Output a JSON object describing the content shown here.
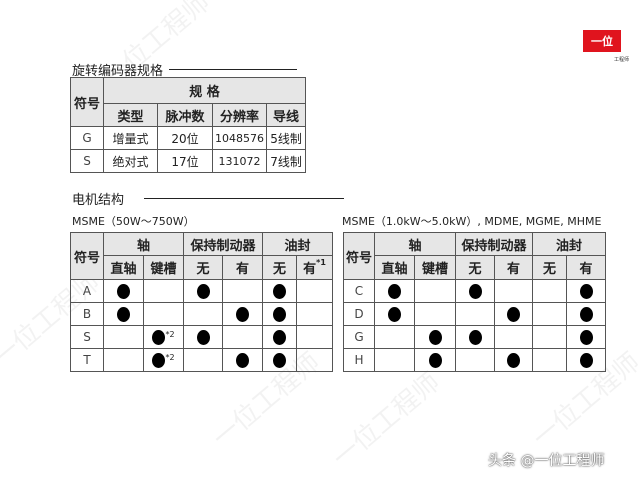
{
  "logo": {
    "text": "一位",
    "sub": "工程师",
    "color": "#e0141e"
  },
  "watermark": "一位工程师",
  "credit": "头条 @一位工程师",
  "encoder": {
    "title": "旋转编码器规格",
    "headers": {
      "symbol": "符号",
      "spec": "规 格",
      "cols": [
        "类型",
        "脉冲数",
        "分辨率",
        "导线"
      ]
    },
    "rows": [
      {
        "symbol": "G",
        "cells": [
          "增量式",
          "20位",
          "1048576",
          "5线制"
        ]
      },
      {
        "symbol": "S",
        "cells": [
          "绝对式",
          "17位",
          "131072",
          "7线制"
        ]
      }
    ]
  },
  "motor": {
    "title": "电机结构",
    "tables": [
      {
        "caption": "MSME（50W～750W）",
        "headers": {
          "symbol": "符号",
          "groups": [
            "轴",
            "保持制动器",
            "油封"
          ],
          "cols": [
            "直轴",
            "键槽",
            "无",
            "有",
            "无",
            "有"
          ],
          "col_notes": [
            "",
            "",
            "",
            "",
            "",
            "*1"
          ]
        },
        "rows": [
          {
            "symbol": "A",
            "marks": [
              1,
              0,
              1,
              0,
              1,
              0
            ],
            "notes": [
              "",
              "",
              "",
              "",
              "",
              ""
            ]
          },
          {
            "symbol": "B",
            "marks": [
              1,
              0,
              0,
              1,
              1,
              0
            ],
            "notes": [
              "",
              "",
              "",
              "",
              "",
              ""
            ]
          },
          {
            "symbol": "S",
            "marks": [
              0,
              1,
              1,
              0,
              1,
              0
            ],
            "notes": [
              "",
              "*2",
              "",
              "",
              "",
              ""
            ]
          },
          {
            "symbol": "T",
            "marks": [
              0,
              1,
              0,
              1,
              1,
              0
            ],
            "notes": [
              "",
              "*2",
              "",
              "",
              "",
              ""
            ]
          }
        ]
      },
      {
        "caption": "MSME（1.0kW～5.0kW）, MDME, MGME, MHME",
        "headers": {
          "symbol": "符号",
          "groups": [
            "轴",
            "保持制动器",
            "油封"
          ],
          "cols": [
            "直轴",
            "键槽",
            "无",
            "有",
            "无",
            "有"
          ],
          "col_notes": [
            "",
            "",
            "",
            "",
            "",
            ""
          ]
        },
        "rows": [
          {
            "symbol": "C",
            "marks": [
              1,
              0,
              1,
              0,
              0,
              1
            ],
            "notes": [
              "",
              "",
              "",
              "",
              "",
              ""
            ]
          },
          {
            "symbol": "D",
            "marks": [
              1,
              0,
              0,
              1,
              0,
              1
            ],
            "notes": [
              "",
              "",
              "",
              "",
              "",
              ""
            ]
          },
          {
            "symbol": "G",
            "marks": [
              0,
              1,
              1,
              0,
              0,
              1
            ],
            "notes": [
              "",
              "",
              "",
              "",
              "",
              ""
            ]
          },
          {
            "symbol": "H",
            "marks": [
              0,
              1,
              0,
              1,
              0,
              1
            ],
            "notes": [
              "",
              "",
              "",
              "",
              "",
              ""
            ]
          }
        ]
      }
    ]
  }
}
